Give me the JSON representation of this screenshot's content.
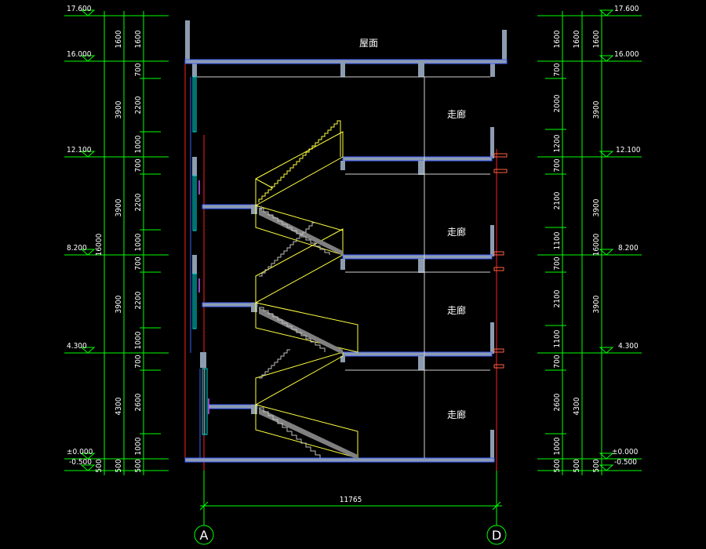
{
  "colors": {
    "background": "#000000",
    "dim_line": "#00ff00",
    "slab": "#8c9cb0",
    "slab_edge": "#4060ff",
    "stair": "#ffff40",
    "stair_fill": "#808080",
    "grid_axis": "#ff2020",
    "window": "#00e0e0",
    "text": "#ffffff"
  },
  "levels": [
    {
      "label": "17.600"
    },
    {
      "label": "16.000"
    },
    {
      "label": "12.100"
    },
    {
      "label": "8.200"
    },
    {
      "label": "4.300"
    },
    {
      "label": "±0.000"
    },
    {
      "label": "-0.500"
    }
  ],
  "rooms": {
    "roof": "屋面",
    "corridor": "走廊"
  },
  "left_dims": {
    "outer_total": "16000",
    "floor_heights": [
      "1600",
      "3900",
      "3900",
      "3900",
      "4300",
      "500"
    ],
    "detail": [
      "1600",
      "700",
      "2200",
      "1000",
      "700",
      "2200",
      "1000",
      "700",
      "2200",
      "1000",
      "700",
      "2600",
      "1000",
      "500"
    ]
  },
  "right_dims": {
    "outer_total": "16000",
    "floor_heights": [
      "1600",
      "3900",
      "3900",
      "3900",
      "4300",
      "500"
    ],
    "detail": [
      "1600",
      "700",
      "2000",
      "1200",
      "700",
      "2100",
      "1100",
      "700",
      "2100",
      "1100",
      "700",
      "2600",
      "1000",
      "500"
    ]
  },
  "bottom_dim": "11765",
  "axes": [
    "A",
    "D"
  ]
}
